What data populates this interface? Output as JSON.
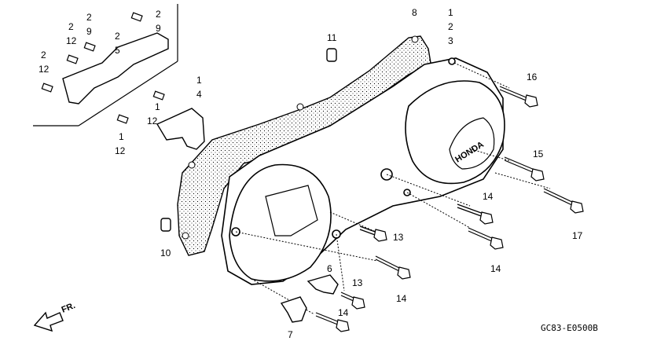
{
  "diagram": {
    "drawing_code": "GC83-E0500B",
    "direction_label": "FR.",
    "brand_mark": "HONDA",
    "callouts": [
      {
        "id": "c2a",
        "text": "2"
      },
      {
        "id": "c12a",
        "text": "12"
      },
      {
        "id": "c2b",
        "text": "2"
      },
      {
        "id": "c12b",
        "text": "12"
      },
      {
        "id": "c2c",
        "text": "2"
      },
      {
        "id": "c9a",
        "text": "9"
      },
      {
        "id": "c2d",
        "text": "2"
      },
      {
        "id": "c5",
        "text": "5"
      },
      {
        "id": "c2e",
        "text": "2"
      },
      {
        "id": "c9b",
        "text": "9"
      },
      {
        "id": "c1a",
        "text": "1"
      },
      {
        "id": "c12c",
        "text": "12"
      },
      {
        "id": "c1b",
        "text": "1"
      },
      {
        "id": "c4",
        "text": "4"
      },
      {
        "id": "c1c",
        "text": "1"
      },
      {
        "id": "c12d",
        "text": "12"
      },
      {
        "id": "c11",
        "text": "11"
      },
      {
        "id": "c8",
        "text": "8"
      },
      {
        "id": "c1d",
        "text": "1"
      },
      {
        "id": "c2f",
        "text": "2"
      },
      {
        "id": "c3",
        "text": "3"
      },
      {
        "id": "c16",
        "text": "16"
      },
      {
        "id": "c15",
        "text": "15"
      },
      {
        "id": "c14a",
        "text": "14"
      },
      {
        "id": "c17",
        "text": "17"
      },
      {
        "id": "c13a",
        "text": "13"
      },
      {
        "id": "c14b",
        "text": "14"
      },
      {
        "id": "c10",
        "text": "10"
      },
      {
        "id": "c6",
        "text": "6"
      },
      {
        "id": "c13b",
        "text": "13"
      },
      {
        "id": "c14c",
        "text": "14"
      },
      {
        "id": "c14d",
        "text": "14"
      },
      {
        "id": "c7",
        "text": "7"
      }
    ]
  }
}
